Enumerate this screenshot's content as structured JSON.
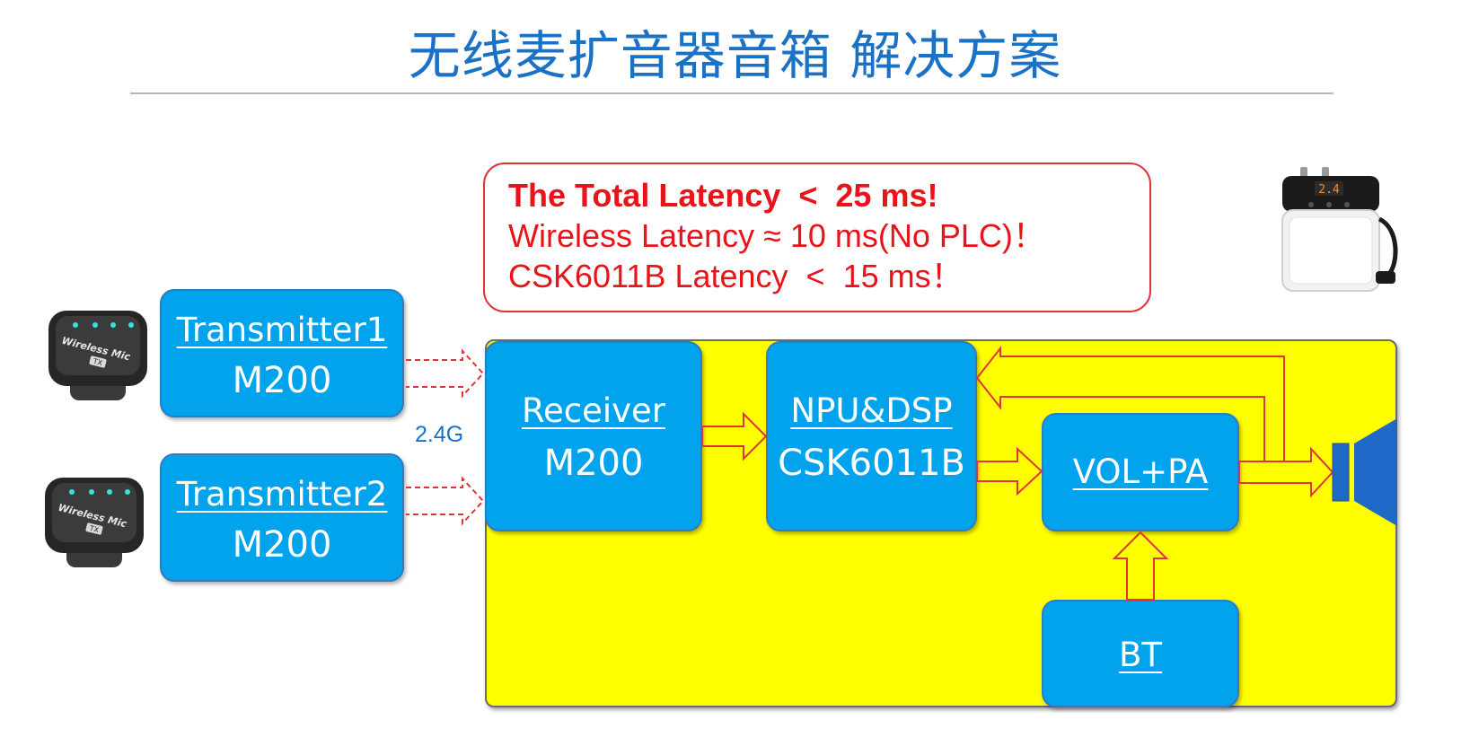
{
  "title": "无线麦扩音器音箱 解决方案",
  "latency": {
    "line1": "The Total Latency  <  25 ms!",
    "line2": "Wireless Latency ≈ 10 ms(No PLC)！",
    "line3": "CSK6011B Latency  <  15 ms！"
  },
  "blocks": {
    "tx1": {
      "line1": "Transmitter1",
      "line2": "M200"
    },
    "tx2": {
      "line1": "Transmitter2",
      "line2": "M200"
    },
    "rx": {
      "line1": "Receiver",
      "line2": "M200"
    },
    "npu": {
      "line1": "NPU&DSP",
      "line2": "CSK6011B"
    },
    "vol": {
      "line1": "VOL+PA"
    },
    "bt": {
      "line1": "BT"
    }
  },
  "link_label": "2.4G",
  "device_label": "Wireless Mic",
  "device_badge": "TX",
  "colors": {
    "title": "#1a72c7",
    "latency_text": "#e8141a",
    "block_fill": "#00a3ec",
    "panel_fill": "#ffff00",
    "arrow": "#e0343a",
    "speaker": "#1f69c9"
  }
}
